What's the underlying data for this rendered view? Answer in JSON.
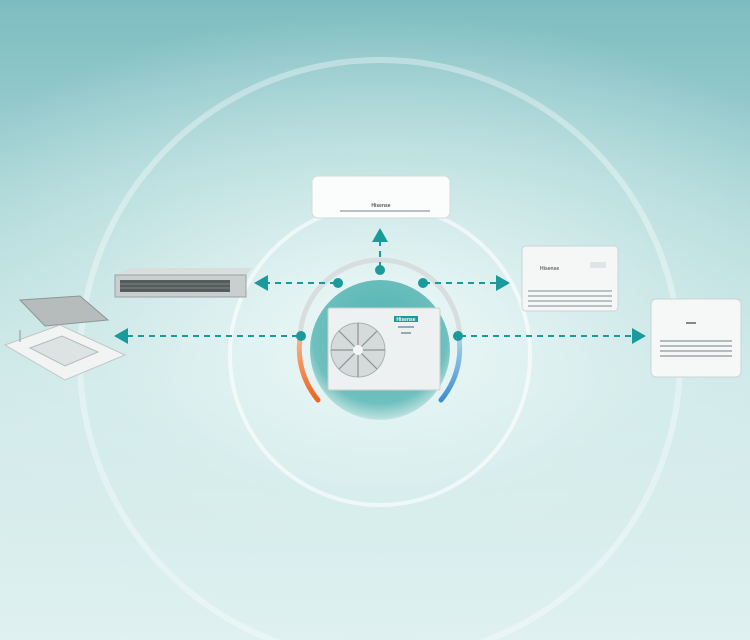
{
  "brand": {
    "logo_text": "Hisense",
    "accent": "#1a9a9a",
    "heat_color": "#f07a3a",
    "cool_color": "#5aa6d6"
  },
  "diagram": {
    "center": {
      "name": "outdoor-unit",
      "logo": "Hisense"
    },
    "connected_units": [
      {
        "name": "wall-mounted-unit",
        "logo": "Hisense"
      },
      {
        "name": "ducted-unit"
      },
      {
        "name": "ceiling-floor-unit",
        "logo": "Hisense"
      },
      {
        "name": "cassette-unit"
      },
      {
        "name": "console-unit"
      }
    ]
  }
}
